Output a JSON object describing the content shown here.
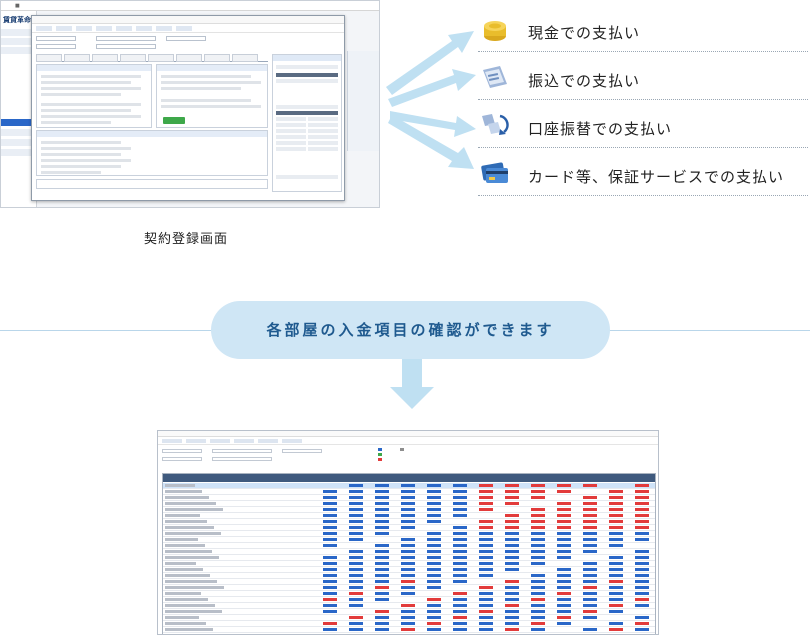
{
  "top_screenshot": {
    "app_title": "賃貸革命",
    "caption": "契約登録画面"
  },
  "payment_methods": [
    {
      "label": "現金での支払い",
      "icon": "coin-stack-icon"
    },
    {
      "label": "振込での支払い",
      "icon": "bank-transfer-icon"
    },
    {
      "label": "口座振替での支払い",
      "icon": "account-transfer-icon"
    },
    {
      "label": "カード等、保証サービスでの支払い",
      "icon": "credit-card-icon"
    }
  ],
  "banner": {
    "text": "各部屋の入金項目の確認ができます"
  },
  "colors": {
    "accent": "#2a67c8",
    "pill": "#cfe6f5",
    "pill_text": "#1f5a8f",
    "arrow": "#bfe0f2",
    "grid_header": "#3f5a7e"
  }
}
